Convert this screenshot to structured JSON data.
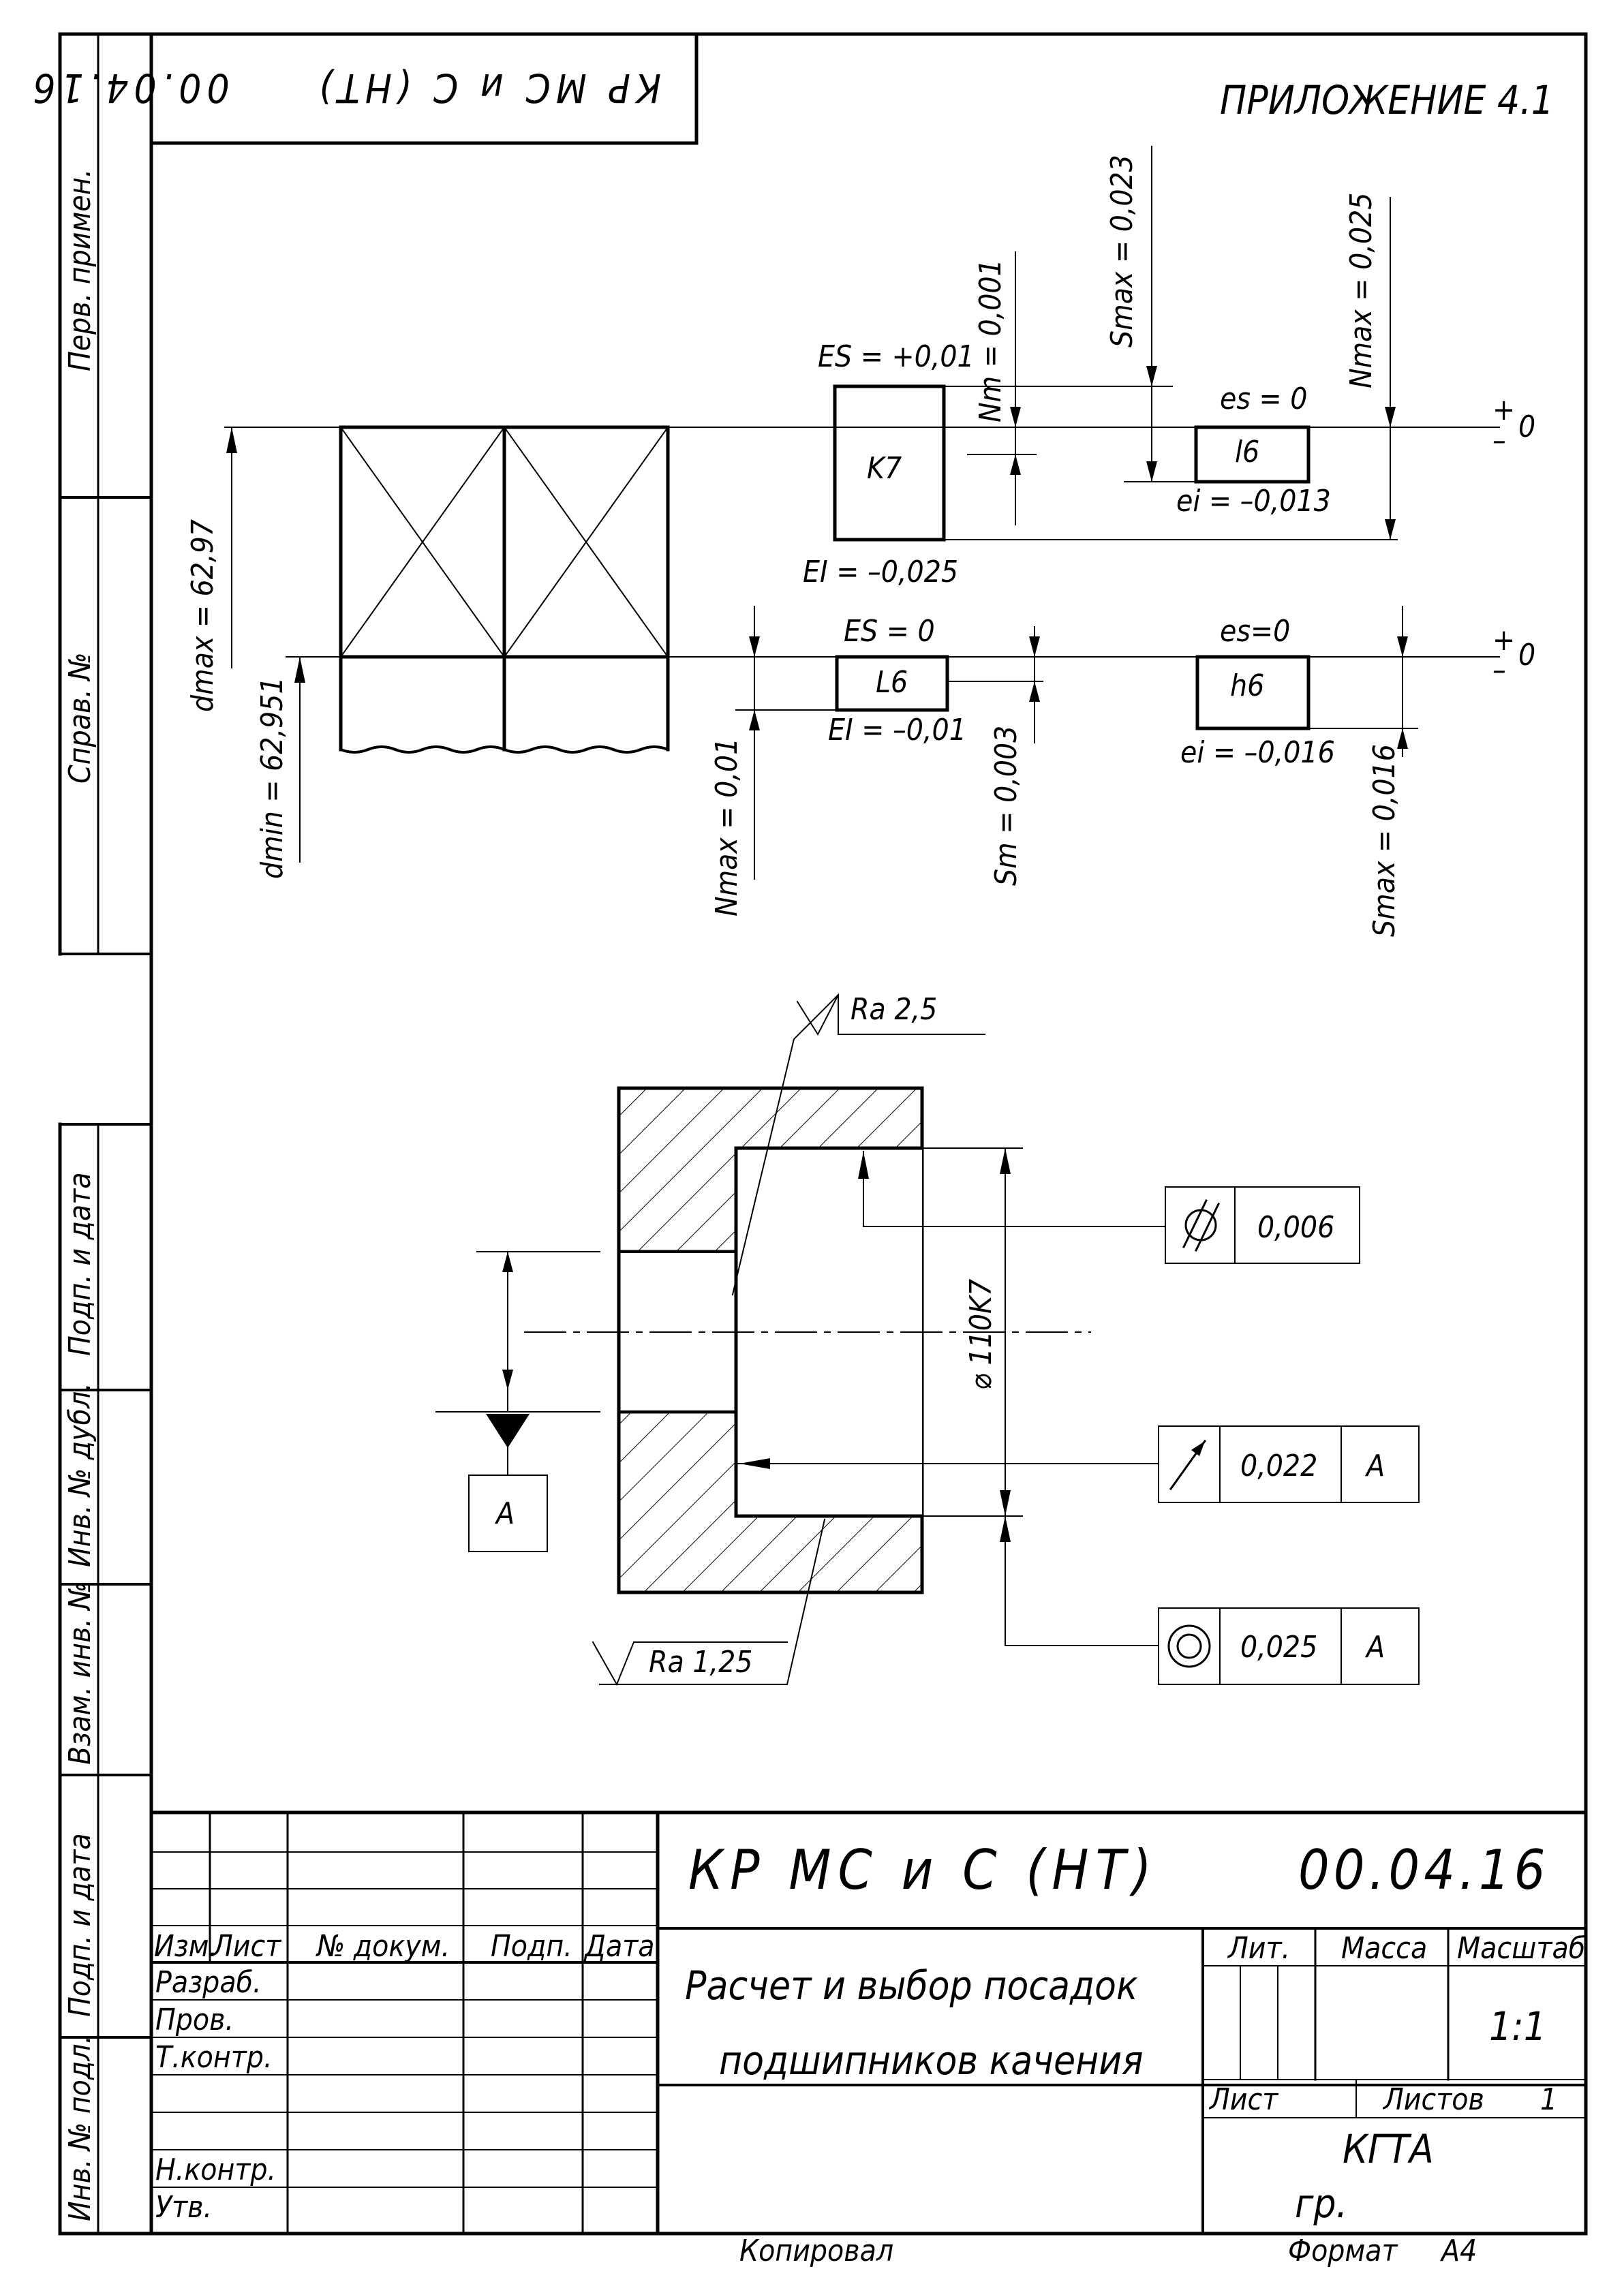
{
  "appendix_title": "ПРИЛОЖЕНИЕ 4.1",
  "stamp_code": "КР МС и С (НТ)",
  "stamp_number": "00.04.16",
  "side_column": {
    "perv_primen": "Перв. примен.",
    "sprav_no": "Справ. №",
    "podp_i_data_1": "Подп. и дата",
    "inv_no_dubl": "Инв. № дубл.",
    "vzam_inv_no": "Взам. инв. №",
    "podp_i_data_2": "Подп. и дата",
    "inv_no_podl": "Инв. № подл."
  },
  "fits": {
    "outer": {
      "ES": "ES = +0,01",
      "EI": "EI = –0,025",
      "hole": "K7",
      "es": "es = 0",
      "ei": "ei = –0,013",
      "shaft": "l6",
      "Nm": "Nm = 0,001",
      "Smax": "Smax = 0,023",
      "Nmax": "Nmax = 0,025"
    },
    "inner": {
      "ES": "ES = 0",
      "EI": "EI = –0,01",
      "hole": "L6",
      "es": "es=0",
      "ei": "ei = –0,016",
      "shaft": "h6",
      "Nmax": "Nmax = 0,01",
      "Sm": "Sm = 0,003",
      "Smax": "Smax = 0,016"
    },
    "dmax": "dmax = 62,97",
    "dmin": "dmin = 62,951",
    "plus": "+",
    "minus": "–",
    "zero": "0"
  },
  "housing": {
    "roughness_top": "Ra 2,5",
    "roughness_bottom": "Ra 1,25",
    "diameter": "⌀ 110K7",
    "datum": "A",
    "tolerances": [
      {
        "symbol": "cylindricity",
        "value": "0,006"
      },
      {
        "symbol": "runout",
        "value": "0,022",
        "datum": "A"
      },
      {
        "symbol": "concentricity",
        "value": "0,025",
        "datum": "A"
      }
    ]
  },
  "title_block": {
    "code": "КР МС и С (НТ)",
    "number": "00.04.16",
    "title_line1": "Расчет и выбор посадок",
    "title_line2": "подшипников качения",
    "lit": "Лит.",
    "massa": "Масса",
    "masshtab": "Масштаб",
    "scale": "1:1",
    "list": "Лист",
    "listov": "Листов",
    "listov_value": "1",
    "org": "КГТА",
    "group": "гр.",
    "headers": [
      "Изм.",
      "Лист",
      "№ докум.",
      "Подп.",
      "Дата"
    ],
    "roles": [
      "Разраб.",
      "Пров.",
      "Т.контр.",
      "",
      "Н.контр.",
      "Утв."
    ]
  },
  "footer": {
    "copied": "Копировал",
    "format_label": "Формат",
    "format": "А4"
  }
}
